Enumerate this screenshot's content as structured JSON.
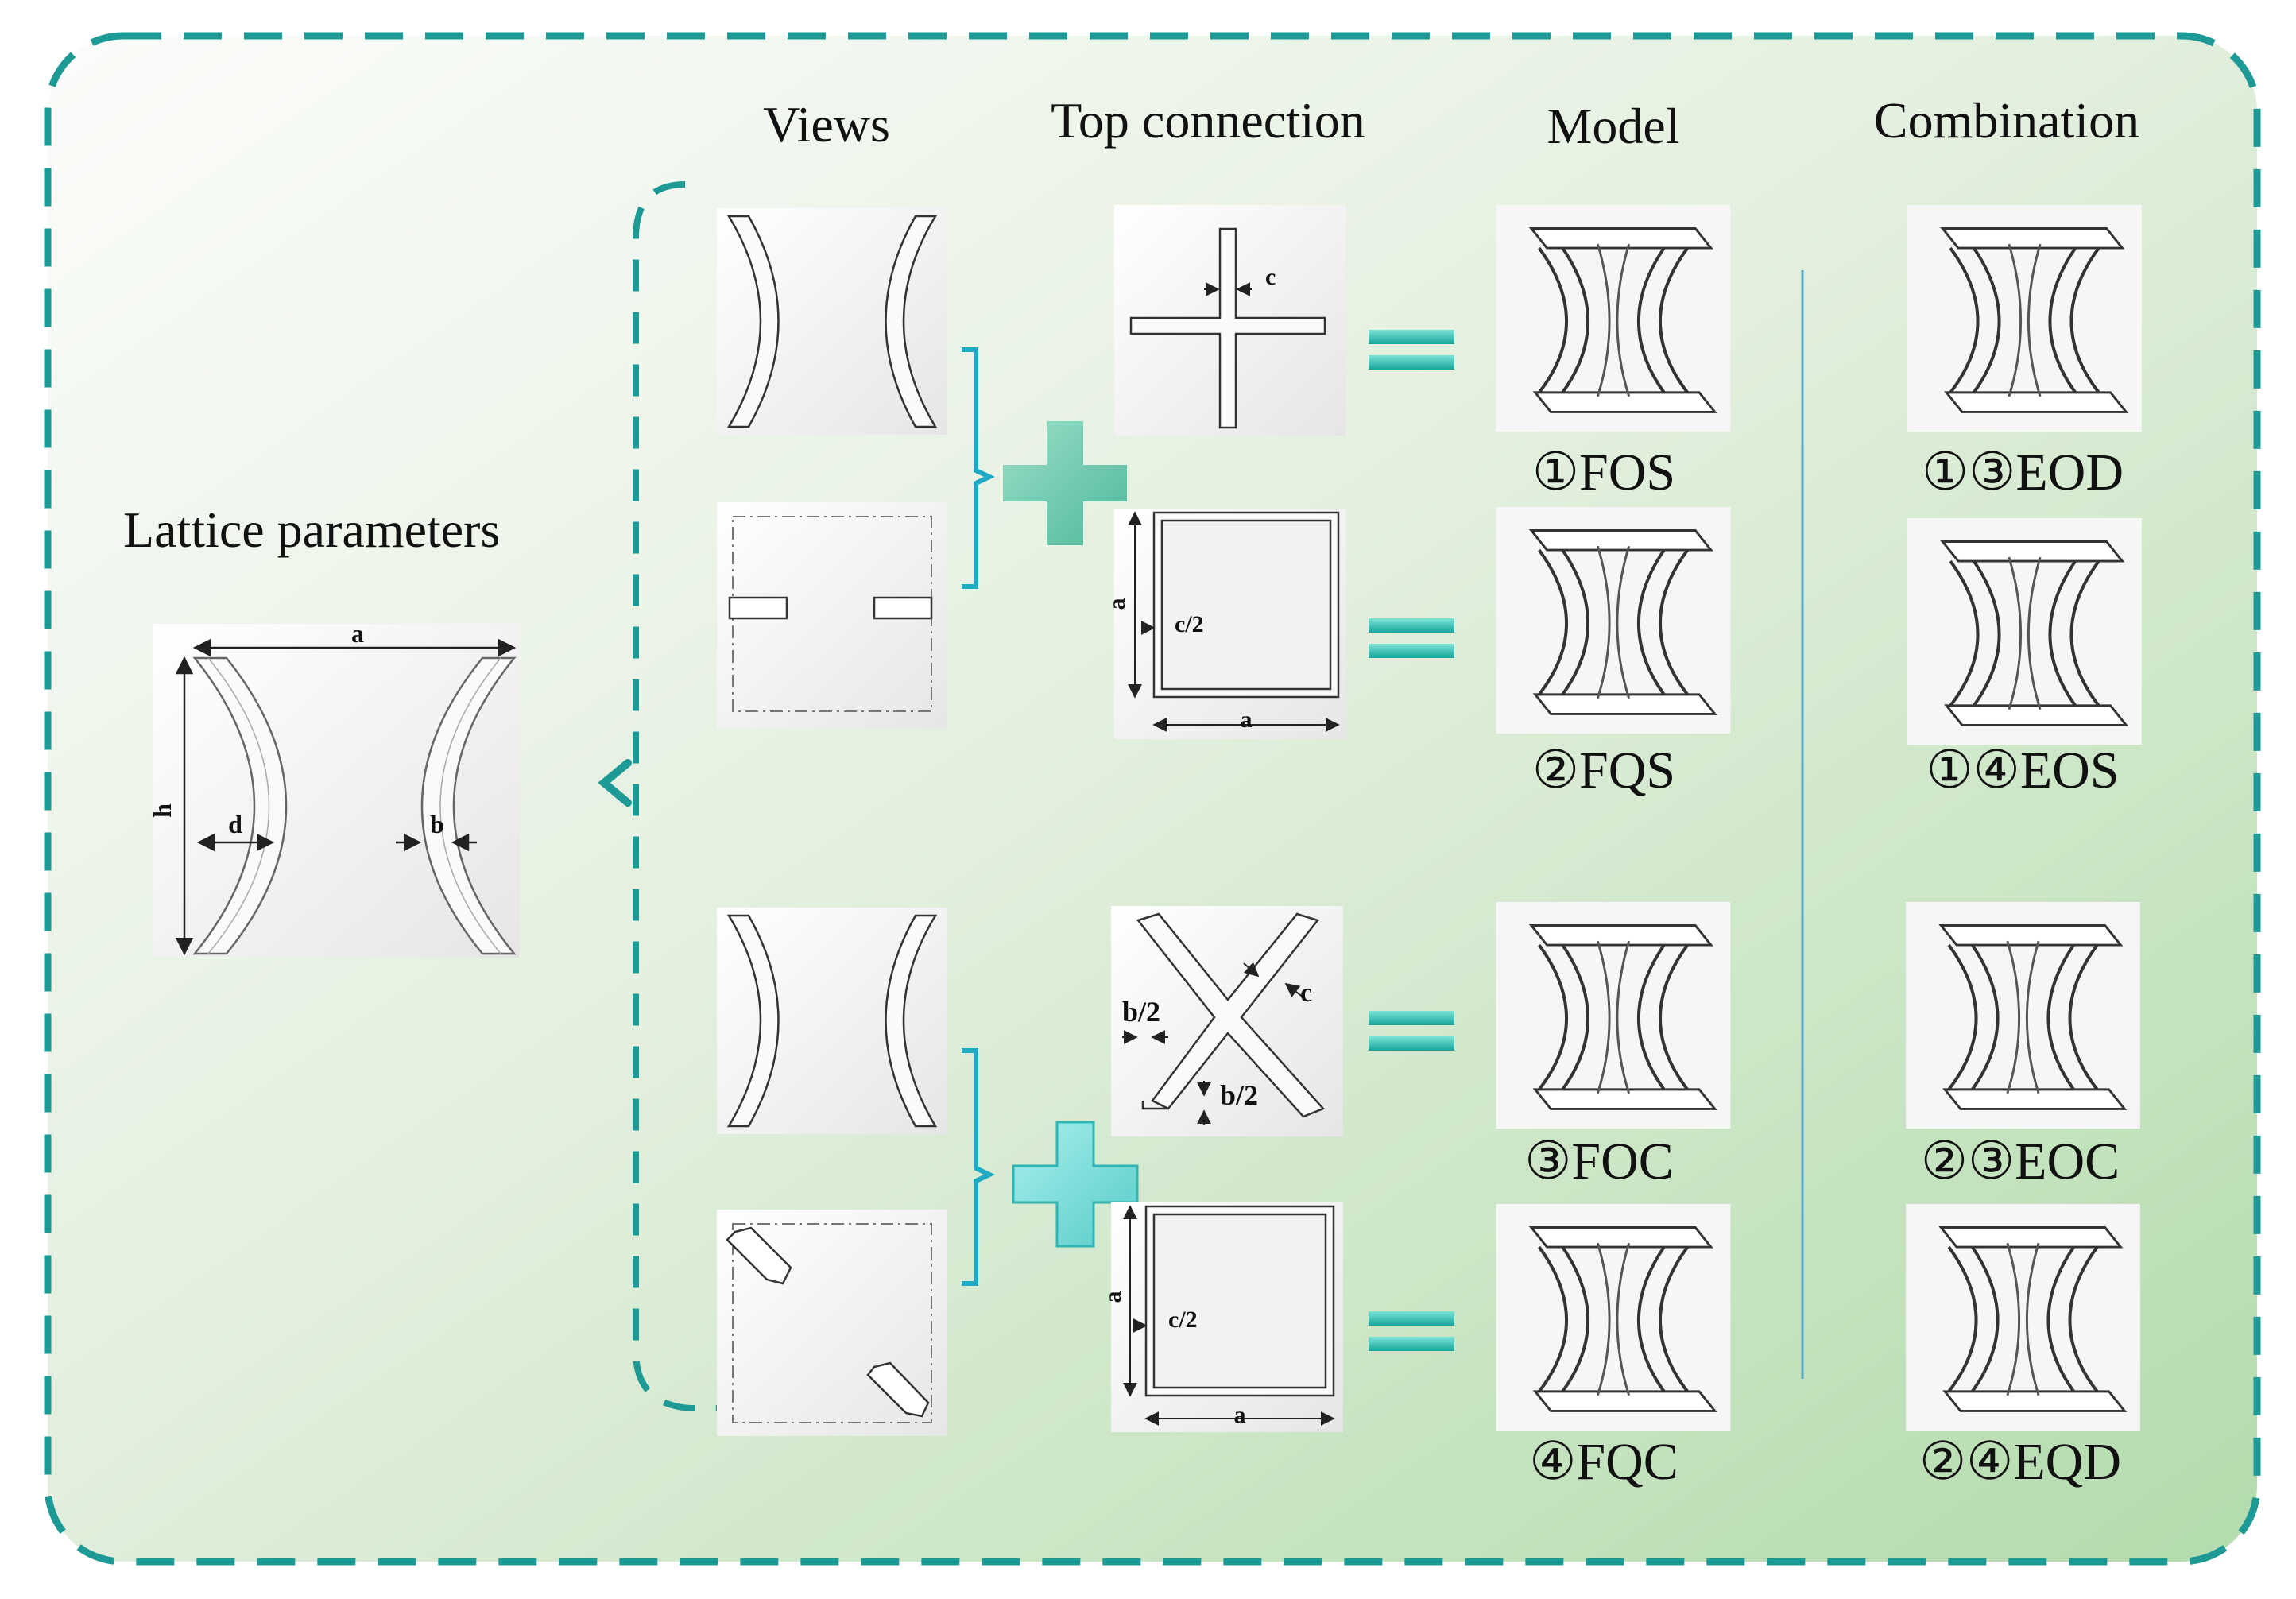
{
  "headers": {
    "views": "Views",
    "top_connection": "Top connection",
    "model": "Model",
    "combination": "Combination"
  },
  "lattice": {
    "title": "Lattice parameters",
    "dims": {
      "a": "a",
      "h": "h",
      "d": "d",
      "b": "b"
    }
  },
  "connection_dims": {
    "cross": {
      "c": "c"
    },
    "square1": {
      "a": "a",
      "c_half": "c/2"
    },
    "x_shape": {
      "c": "c",
      "b_half_top": "b/2",
      "b_half_bottom": "b/2"
    },
    "square2": {
      "a": "a",
      "c_half": "c/2"
    }
  },
  "models": [
    "①FOS",
    "②FQS",
    "③FOC",
    "④FQC"
  ],
  "combinations": [
    "①③EOD",
    "①④EOS",
    "②③EOC",
    "②④EQD"
  ],
  "colors": {
    "frame": "#1e9a96",
    "brace": "#1fa9c4",
    "plus_top": "#6ccbb2",
    "plus_bottom": "#7adbd8",
    "equals": "#26b8b0",
    "divider": "#5aa6c8",
    "bg_light": "#f4f7f3",
    "bg_green": "#b8dfb3"
  },
  "icons": [
    "plus-icon",
    "equals-icon",
    "chevron-left-icon"
  ]
}
